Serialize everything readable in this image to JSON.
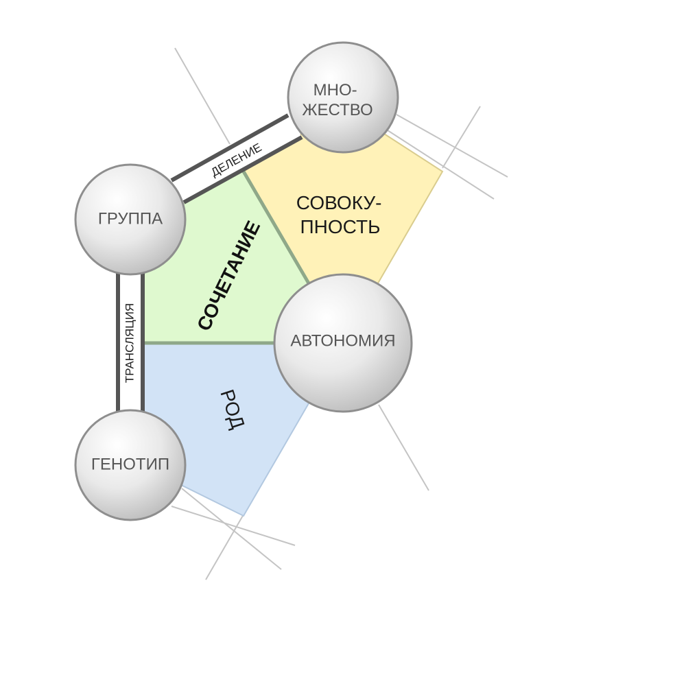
{
  "nodes": {
    "mnozhestvo": {
      "line1": "МНО-",
      "line2": "ЖЕСТВО"
    },
    "gruppa": {
      "label": "ГРУППА"
    },
    "avtonomiya": {
      "label": "АВТОНОМИЯ"
    },
    "genotip": {
      "label": "ГЕНОТИП"
    }
  },
  "regions": {
    "sovokupnost": {
      "line1": "СОВОКУ-",
      "line2": "ПНОСТЬ",
      "color": "#fff2b8"
    },
    "sochetanie": {
      "label": "СОЧЕТАНИЕ",
      "color": "#dff9cf"
    },
    "rod": {
      "label": "РОД",
      "color": "#d2e3f6"
    }
  },
  "links": {
    "delenie": {
      "label": "ДЕЛЕНИЕ"
    },
    "translyatsiya": {
      "label": "ТРАНСЛЯЦИЯ"
    }
  }
}
